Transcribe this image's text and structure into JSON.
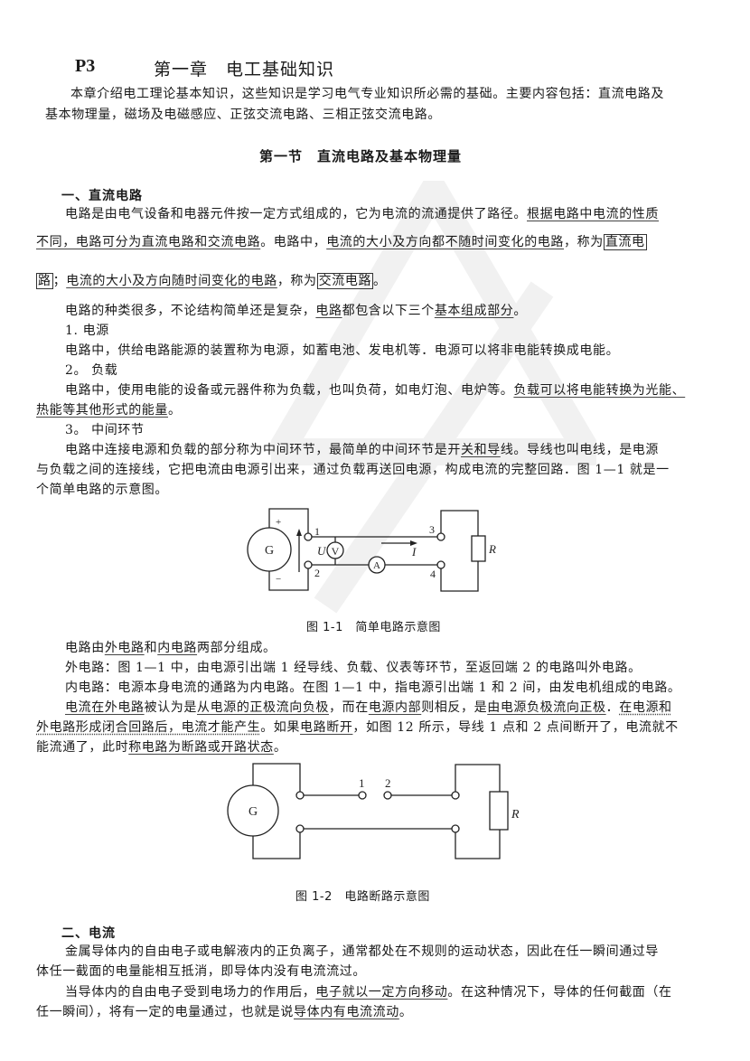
{
  "header": {
    "page_label": "P3",
    "chapter_title": "第一章　电工基础知识"
  },
  "intro": {
    "line1": "本章介绍电工理论基本知识，这些知识是学习电气专业知识所必需的基础。主要内容包括：直流电路及",
    "line2": "基本物理量，磁场及电磁感应、正弦交流电路、三相正弦交流电路。"
  },
  "section1": {
    "title": "第一节　直流电路及基本物理量"
  },
  "subsection1": {
    "heading": "一、直流电路",
    "p1": {
      "l1_plain": "电路是由电气设备和电器元件按一定方式组成的，它为电流的流通提供了路径。",
      "l1_u": "根据电路中电流的性质",
      "l2_u1": "不同，电路可分为直流电路和交流电路",
      "l2_p1": "。电路中，",
      "l2_u2": "电流的大小及方向都不随时间变化的电路",
      "l2_p2": "，称为",
      "l2_box": "直流电",
      "l3_box": "路",
      "l3_p1": "；",
      "l3_u": "电流的大小及方向随时间变化的电路",
      "l3_p2": "，称为",
      "l3_box2": "交流电路",
      "l3_p3": "。"
    },
    "p2": {
      "a": "电路的种类很多，不论结构简单还是复杂，",
      "u1": "电路",
      "b": "都包含以下三个",
      "u2": "基本组成部分",
      "c": "。"
    },
    "item1": {
      "label": "1. 电源",
      "text": "电路中，供给电路能源的装置称为电源，如蓄电池、发电机等．电源可以将非电能转换成电能。"
    },
    "item2": {
      "label": "2。 负载",
      "text_plain": "电路中，使用电能的设备或元器件称为负载，也叫负荷，如电灯泡、电炉等。",
      "text_u1": "负载可以将电能转换为光能、",
      "text_u2": "热能等其他形式的能量",
      "text_end": "。"
    },
    "item3": {
      "label": "3。 中间环节",
      "l1_a": "电路中连接电源和负载的部分称为中间环节，最简单的中间环节是开",
      "l1_u": "关和导",
      "l1_b": "线。导线也叫电线，是电源",
      "l2": "与负载之间的连接线，它把电流由电源引出来，通过负载再送回电源，构成电流的完整回路．图 1—1 就是一",
      "l3": "个简单电路的示意图。"
    },
    "figure1": {
      "caption": "图 1-1　简单电路示意图",
      "labels": {
        "generator": "G",
        "plus": "+",
        "minus": "−",
        "t1": "1",
        "t2": "2",
        "t3": "3",
        "t4": "4",
        "voltage": "U",
        "voltmeter": "V",
        "ammeter": "A",
        "current": "I",
        "resistor": "R"
      }
    },
    "p3": {
      "a": "电路由",
      "u1": "外电路",
      "b": "和",
      "u2": "内电路",
      "c": "两部分组成。"
    },
    "p4": "外电路：图 1—1 中，由电源引出端 1 经导线、负载、仪表等环节，至返回端 2 的电路叫外电路。",
    "p5": "内电路：电源本身电流的通路为内电路。在图 1—1 中，指电源引出端 1 和 2 间，由发电机组成的电路。",
    "p6": {
      "l1_u1": "电流在外电路",
      "l1_a": "被认为是",
      "l1_u2": "从电源的正极流向负极",
      "l1_b": "，而在",
      "l1_u3": "电源内部",
      "l1_c": "则相反，是",
      "l1_u4": "由电源负极流向正极",
      "l1_d": "．",
      "l1_d1": "在电源和",
      "l2_d": "外电路形成闭合回路后，电流才能产生",
      "l2_a": "。如果",
      "l2_u": "电路断开",
      "l2_b": "，如图 12 所示，导线 1 点和 2 点间断开了，电流就不",
      "l3_a": "能流通了，此时",
      "l3_u": "称电路为断路或开路状态",
      "l3_b": "。"
    },
    "figure2": {
      "caption": "图 1-2　电路断路示意图",
      "labels": {
        "generator": "G",
        "t1": "1",
        "t2": "2",
        "resistor": "R"
      }
    }
  },
  "subsection2": {
    "heading": "二、电流",
    "p1_l1": "金属导体内的自由电子或电解液内的正负离子，通常都处在不规则的运动状态，因此在任一瞬间通过导",
    "p1_l2": "体任一截面的电量能相互抵消，即导体内没有电流流过。",
    "p2": {
      "l1_a": "当导体内的自由电子受到电场力的作用后，",
      "l1_u": "电子就以一定方向移动",
      "l1_b": "。在这种情况下，导体的任何截面（在",
      "l2_a": "任一瞬间），将有一定的电量通过，也就是说",
      "l2_u": "导体内有电流流动",
      "l2_b": "。"
    }
  }
}
